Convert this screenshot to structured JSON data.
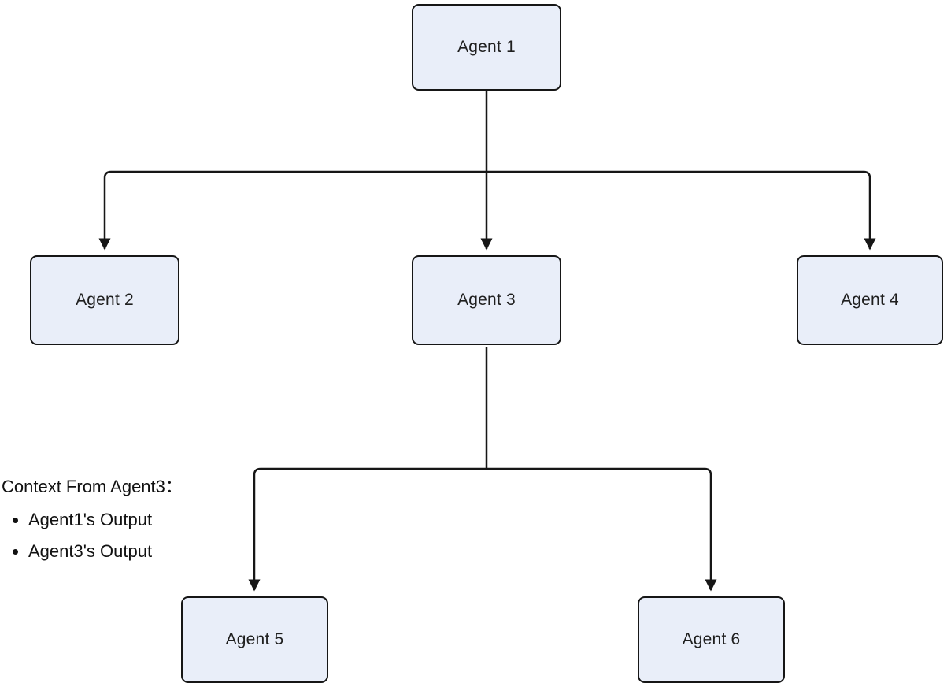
{
  "diagram": {
    "type": "flowchart",
    "direction": "top-down",
    "nodes": [
      {
        "id": "agent1",
        "label": "Agent 1"
      },
      {
        "id": "agent2",
        "label": "Agent 2"
      },
      {
        "id": "agent3",
        "label": "Agent 3"
      },
      {
        "id": "agent4",
        "label": "Agent 4"
      },
      {
        "id": "agent5",
        "label": "Agent 5"
      },
      {
        "id": "agent6",
        "label": "Agent 6"
      }
    ],
    "edges": [
      {
        "from": "agent1",
        "to": "agent2"
      },
      {
        "from": "agent1",
        "to": "agent3"
      },
      {
        "from": "agent1",
        "to": "agent4"
      },
      {
        "from": "agent3",
        "to": "agent5"
      },
      {
        "from": "agent3",
        "to": "agent6"
      }
    ],
    "annotation": {
      "title": "Context From Agent3：",
      "items": [
        "Agent1's Output",
        "Agent3's Output"
      ]
    },
    "colors": {
      "node_fill": "#e9eef9",
      "node_border": "#161616",
      "edge": "#161616",
      "text": "#1f1f1f"
    }
  }
}
